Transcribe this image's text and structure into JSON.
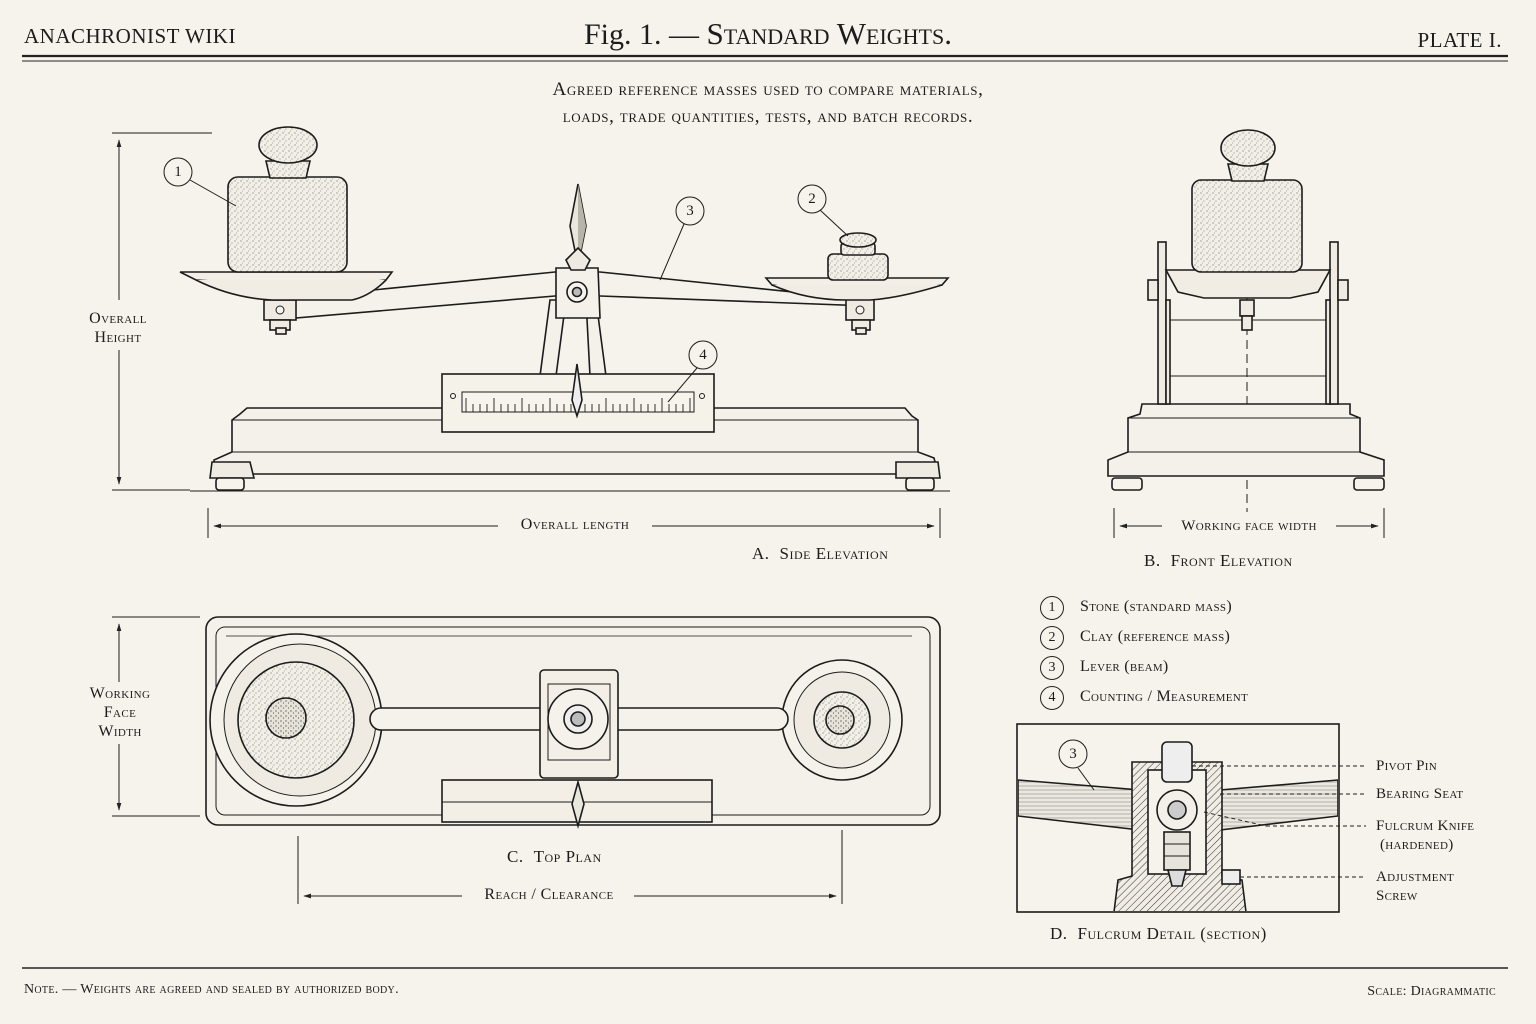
{
  "header": {
    "site": "ANACHRONIST WIKI",
    "title_fig": "Fig. 1. —",
    "title_main": "Standard Weights.",
    "plate": "PLATE I."
  },
  "subtitle": {
    "line1": "Agreed reference masses used to compare materials,",
    "line2": "loads, trade quantities, tests, and batch records."
  },
  "side": {
    "height_label_1": "Overall",
    "height_label_2": "Height",
    "length_label": "Overall length",
    "caption_letter": "A.",
    "caption_text": "Side Elevation"
  },
  "front": {
    "width_label": "Working face width",
    "caption_letter": "B.",
    "caption_text": "Front Elevation"
  },
  "top": {
    "width_label_1": "Working",
    "width_label_2": "Face",
    "width_label_3": "Width",
    "reach_label": "Reach / Clearance",
    "caption_letter": "C.",
    "caption_text": "Top Plan"
  },
  "legend": [
    {
      "num": "1",
      "text": "Stone (standard mass)"
    },
    {
      "num": "2",
      "text": "Clay (reference mass)"
    },
    {
      "num": "3",
      "text": "Lever (beam)"
    },
    {
      "num": "4",
      "text": "Counting / Measurement"
    }
  ],
  "callouts": {
    "c1": "1",
    "c2": "2",
    "c3": "3",
    "c4": "4",
    "detail": "3"
  },
  "detail": {
    "pivot_pin": "Pivot Pin",
    "bearing_seat": "Bearing Seat",
    "fulcrum_knife_1": "Fulcrum Knife",
    "fulcrum_knife_2": "(hardened)",
    "adjustment_1": "Adjustment",
    "adjustment_2": "Screw",
    "caption_letter": "D.",
    "caption_text": "Fulcrum Detail (section)"
  },
  "footer": {
    "note": "Note. — Weights are agreed and sealed by authorized body.",
    "scale": "Scale:  Diagrammatic"
  }
}
